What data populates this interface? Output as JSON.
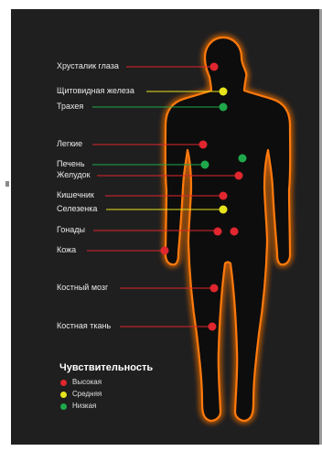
{
  "colors": {
    "high": "#e0262e",
    "medium": "#e8e41c",
    "low": "#1fa84a",
    "glow": "#ff6a00"
  },
  "labels": [
    {
      "id": "lens",
      "text": "Хрусталик глаза",
      "level": "high"
    },
    {
      "id": "thyroid",
      "text": "Щитовидная железа",
      "level": "medium"
    },
    {
      "id": "trachea",
      "text": "Трахея",
      "level": "low"
    },
    {
      "id": "lungs",
      "text": "Легкие",
      "level": "high"
    },
    {
      "id": "liver",
      "text": "Печень",
      "level": "low"
    },
    {
      "id": "stomach",
      "text": "Желудок",
      "level": "high"
    },
    {
      "id": "intestine",
      "text": "Кишечник",
      "level": "high"
    },
    {
      "id": "spleen",
      "text": "Селезенка",
      "level": "medium"
    },
    {
      "id": "gonads",
      "text": "Гонады",
      "level": "high"
    },
    {
      "id": "skin",
      "text": "Кожа",
      "level": "high"
    },
    {
      "id": "marrow",
      "text": "Костный мозг",
      "level": "high"
    },
    {
      "id": "bone",
      "text": "Костная ткань",
      "level": "high"
    }
  ],
  "legend": {
    "title": "Чувствительность",
    "items": [
      {
        "label": "Высокая",
        "level": "high"
      },
      {
        "label": "Средняя",
        "level": "medium"
      },
      {
        "label": "Низкая",
        "level": "low"
      }
    ]
  }
}
